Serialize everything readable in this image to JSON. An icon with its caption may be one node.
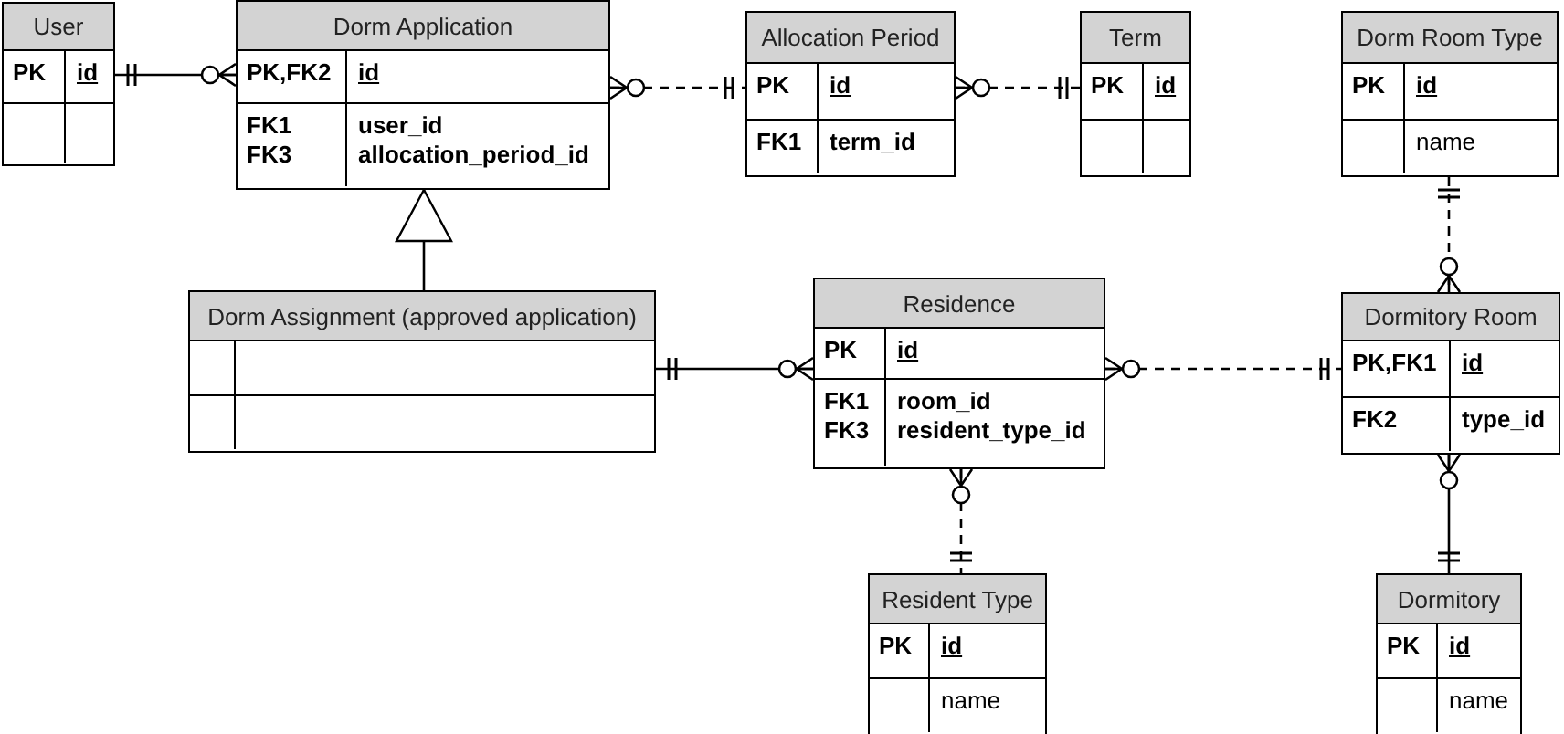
{
  "diagram": {
    "nodes": [
      {
        "text": [
          "User",
          "PK",
          "id"
        ]
      },
      {
        "text": [
          "Dorm Application",
          "PK,FK2",
          "id",
          "FK1 FK3",
          "user_id allocation_period_id"
        ]
      },
      {
        "text": [
          "Allocation Period",
          "PK",
          "id",
          "FK1",
          "term_id"
        ]
      },
      {
        "text": [
          "Term",
          "PK",
          "id"
        ]
      },
      {
        "text": [
          "Dorm Room Type",
          "PK",
          "id",
          "name"
        ]
      },
      {
        "text": [
          "Dorm Assignment (approved application)"
        ]
      },
      {
        "text": [
          "Residence",
          "PK",
          "id",
          "FK1 FK3",
          "room_id resident_type_id"
        ]
      },
      {
        "text": [
          "Dormitory Room",
          "PK,FK1",
          "id",
          "FK2",
          "type_id"
        ]
      },
      {
        "text": [
          "Resident Type",
          "PK",
          "id",
          "name"
        ]
      },
      {
        "text": [
          "Dormitory",
          "PK",
          "id",
          "name"
        ]
      }
    ],
    "edges": [
      {
        "from": 0,
        "to": 1,
        "arrow": "other"
      },
      {
        "from": 1,
        "to": 2,
        "arrow": "other",
        "style": "dashed"
      },
      {
        "from": 2,
        "to": 3,
        "arrow": "other",
        "style": "dashed"
      },
      {
        "from": 5,
        "to": 1,
        "arrow": "to"
      },
      {
        "from": 5,
        "to": 6,
        "arrow": "other"
      },
      {
        "from": 6,
        "to": 7,
        "arrow": "other",
        "style": "dashed"
      },
      {
        "from": 4,
        "to": 7,
        "arrow": "other",
        "style": "dashed"
      },
      {
        "from": 6,
        "to": 8,
        "arrow": "other",
        "style": "dashed"
      },
      {
        "from": 7,
        "to": 9,
        "arrow": "other"
      }
    ]
  }
}
